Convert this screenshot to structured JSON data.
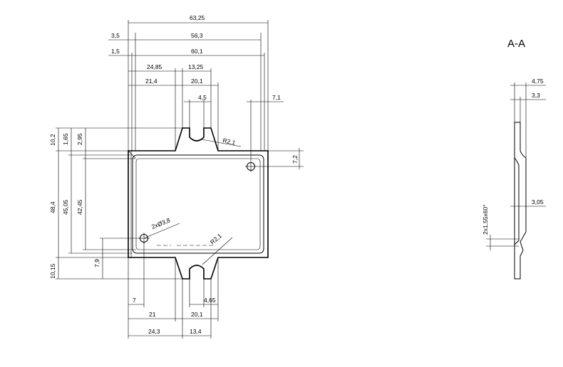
{
  "section_title": "A-A",
  "top_dims": {
    "overall": "63,25",
    "left_offset_a": "3,5",
    "span_a": "56,3",
    "left_offset_b": "1,5",
    "span_b": "60,1",
    "tab_outer": "24,85",
    "tab_width_outer": "13,25",
    "tab_inner": "21,4",
    "tab_width_inner": "20,1",
    "slot_width": "4,5",
    "hole_offset": "7,1",
    "top_radius": "R2,1",
    "hole_y": "7,2"
  },
  "left_dims": {
    "top_tab_height": "10,2",
    "top_a": "1,65",
    "top_b": "2,95",
    "height_outer": "48,4",
    "height_mid": "45,05",
    "height_inner": "42,45",
    "bottom_tab_height": "10,15",
    "hole_height": "7,9"
  },
  "bottom_dims": {
    "hole_x": "7",
    "slot_width": "4,65",
    "tab_left_inner": "21",
    "tab_width_inner": "20,1",
    "tab_left_outer": "24,3",
    "tab_width_outer": "13,4",
    "holes_label": "2xØ3,8",
    "bottom_radius": "R2,1"
  },
  "section_dims": {
    "width_outer": "4,75",
    "width_inner": "3,3",
    "step": "3,05",
    "chamfer": "2x1,55x60°"
  }
}
